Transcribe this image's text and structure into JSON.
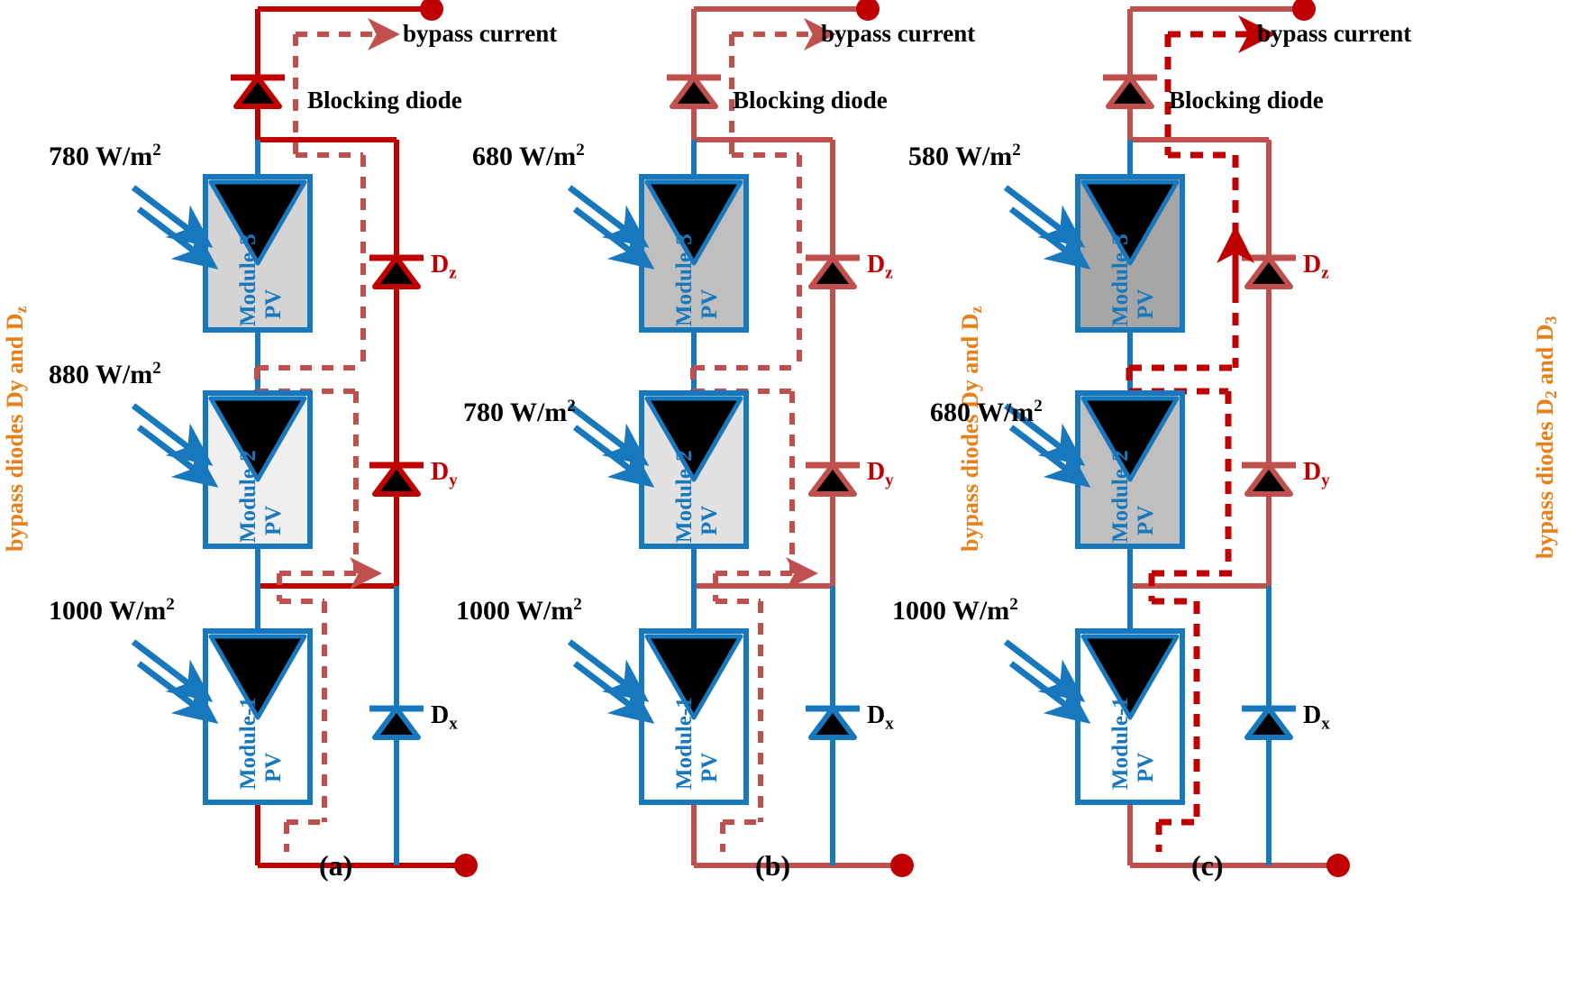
{
  "figure": {
    "caption_a": "(a)",
    "caption_b": "(b)",
    "caption_c": "(c)"
  },
  "labels": {
    "bypass_current": "bypass current",
    "blocking_diode": "Blocking diode",
    "pv": "PV",
    "module3": "Module-3",
    "module2": "Module-2",
    "module1": "Module-1",
    "dz": "D",
    "dz_sub": "z",
    "dy": "D",
    "dy_sub": "y",
    "dx": "D",
    "dx_sub": "x"
  },
  "panels": [
    {
      "id": "a",
      "caption": "(a)",
      "wire_color": "#C00000",
      "dashed_color": "#C0504D",
      "vertical_label": "bypass diodes Dy and D",
      "vertical_label_sub": "z",
      "vertical_label_side": "left",
      "modules": [
        {
          "name": "PV",
          "number": "Module-3",
          "irradiance": "780 W/m",
          "irradiance_exp": "2",
          "fill": "#D4D4D4"
        },
        {
          "name": "PV",
          "number": "Module-2",
          "irradiance": "880 W/m",
          "irradiance_exp": "2",
          "fill": "#EFEFEF"
        },
        {
          "name": "PV",
          "number": "Module-1",
          "irradiance": "1000 W/m",
          "irradiance_exp": "2",
          "fill": "#FFFFFF"
        }
      ],
      "diodes": [
        {
          "label": "D",
          "sub": "z",
          "color": "#C00000"
        },
        {
          "label": "D",
          "sub": "y",
          "color": "#C00000"
        },
        {
          "label": "D",
          "sub": "x",
          "color": "#1878BE",
          "label_color": "#000000"
        }
      ]
    },
    {
      "id": "b",
      "caption": "(b)",
      "wire_color": "#C0504D",
      "dashed_color": "#C0504D",
      "vertical_label": "bypass diodes Dy and D",
      "vertical_label_sub": "z",
      "vertical_label_side": "right",
      "modules": [
        {
          "name": "PV",
          "number": "Module-3",
          "irradiance": "680 W/m",
          "irradiance_exp": "2",
          "fill": "#BFBFBF"
        },
        {
          "name": "PV",
          "number": "Module-2",
          "irradiance": "780 W/m",
          "irradiance_exp": "2",
          "fill": "#E2E2E2"
        },
        {
          "name": "PV",
          "number": "Module-1",
          "irradiance": "1000 W/m",
          "irradiance_exp": "2",
          "fill": "#FFFFFF"
        }
      ],
      "diodes": [
        {
          "label": "D",
          "sub": "z",
          "color": "#C0504D"
        },
        {
          "label": "D",
          "sub": "y",
          "color": "#C0504D"
        },
        {
          "label": "D",
          "sub": "x",
          "color": "#1878BE",
          "label_color": "#000000"
        }
      ]
    },
    {
      "id": "c",
      "caption": "(c)",
      "wire_color": "#C0504D",
      "dashed_color": "#C00000",
      "vertical_label": "bypass diodes D",
      "vertical_label_sub": "2",
      "vertical_label_tail": " and D",
      "vertical_label_sub2": "3",
      "vertical_label_side": "right",
      "modules": [
        {
          "name": "PV",
          "number": "Module-3",
          "irradiance": "580 W/m",
          "irradiance_exp": "2",
          "fill": "#A6A6A6"
        },
        {
          "name": "PV",
          "number": "Module-2",
          "irradiance": "680 W/m",
          "irradiance_exp": "2",
          "fill": "#BFBFBF"
        },
        {
          "name": "PV",
          "number": "Module-1",
          "irradiance": "1000 W/m",
          "irradiance_exp": "2",
          "fill": "#FFFFFF"
        }
      ],
      "diodes": [
        {
          "label": "D",
          "sub": "z",
          "color": "#C0504D"
        },
        {
          "label": "D",
          "sub": "y",
          "color": "#C0504D"
        },
        {
          "label": "D",
          "sub": "x",
          "color": "#1878BE",
          "label_color": "#000000"
        }
      ]
    }
  ],
  "colors": {
    "blue": "#1878BE",
    "red_bright": "#C00000",
    "red_muted": "#C0504D",
    "orange": "#E8801A",
    "black": "#000000"
  }
}
